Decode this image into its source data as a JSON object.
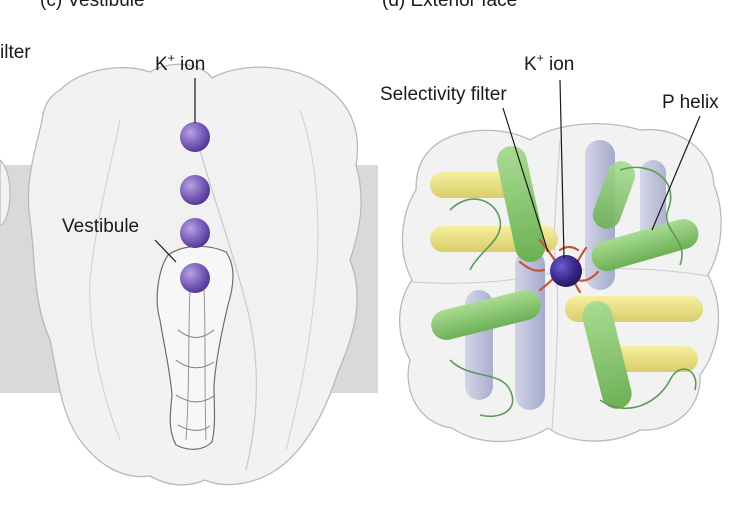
{
  "panels": {
    "c": {
      "heading": "(c) Vestibule"
    },
    "d": {
      "heading": "(d) Exterior face"
    }
  },
  "edge_fragment": "ilter",
  "labels": {
    "c_ion_base": "K",
    "c_ion_sup": "+",
    "c_ion_rest": " ion",
    "c_vestibule": "Vestibule",
    "d_ion_base": "K",
    "d_ion_sup": "+",
    "d_ion_rest": " ion",
    "d_selectivity": "Selectivity filter",
    "d_phelix": "P helix"
  },
  "colors": {
    "membrane": "#d7d9db",
    "surface": "#f1f1f1",
    "surface_edge": "#b9b9b9",
    "ion": "#7a5cb8",
    "ion_dark": "#3c2a8c",
    "helix_green": "#86c96f",
    "helix_yellow": "#ece28a",
    "helix_lavender": "#b9bcd8",
    "loop_red": "#c4553a"
  }
}
